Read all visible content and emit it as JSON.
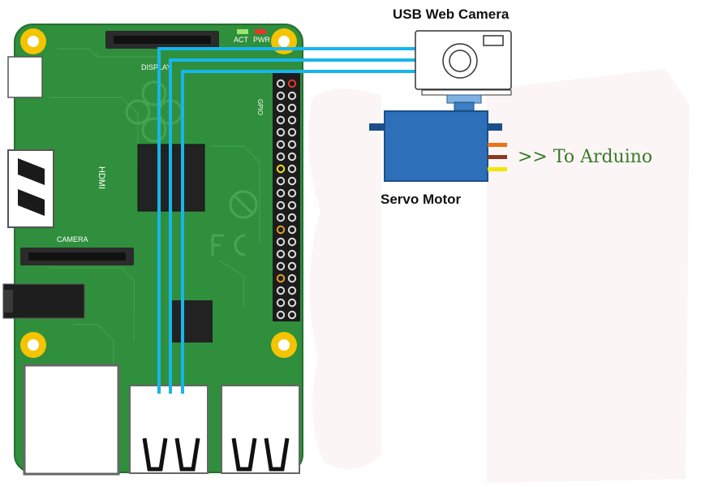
{
  "labels": {
    "camera": "USB Web Camera",
    "servo": "Servo Motor",
    "arduino": ">> To Arduino",
    "act": "ACT",
    "pwr": "PWR",
    "display": "DISPLAY",
    "camera_port": "CAMERA",
    "gpio": "GPIO",
    "hdmi": "HDMI"
  },
  "colors": {
    "board": "#2f8f3c",
    "board_dark": "#1f6b2a",
    "cable": "#16b6ec",
    "arduino_text": "#3a7a2a",
    "wire_orange": "#e8741a",
    "wire_brown": "#8a3a1e",
    "wire_yellow": "#f3e600",
    "servo_body": "#2d6fb8",
    "servo_dark": "#1c4f8a",
    "mount_hole": "#f4c400"
  }
}
